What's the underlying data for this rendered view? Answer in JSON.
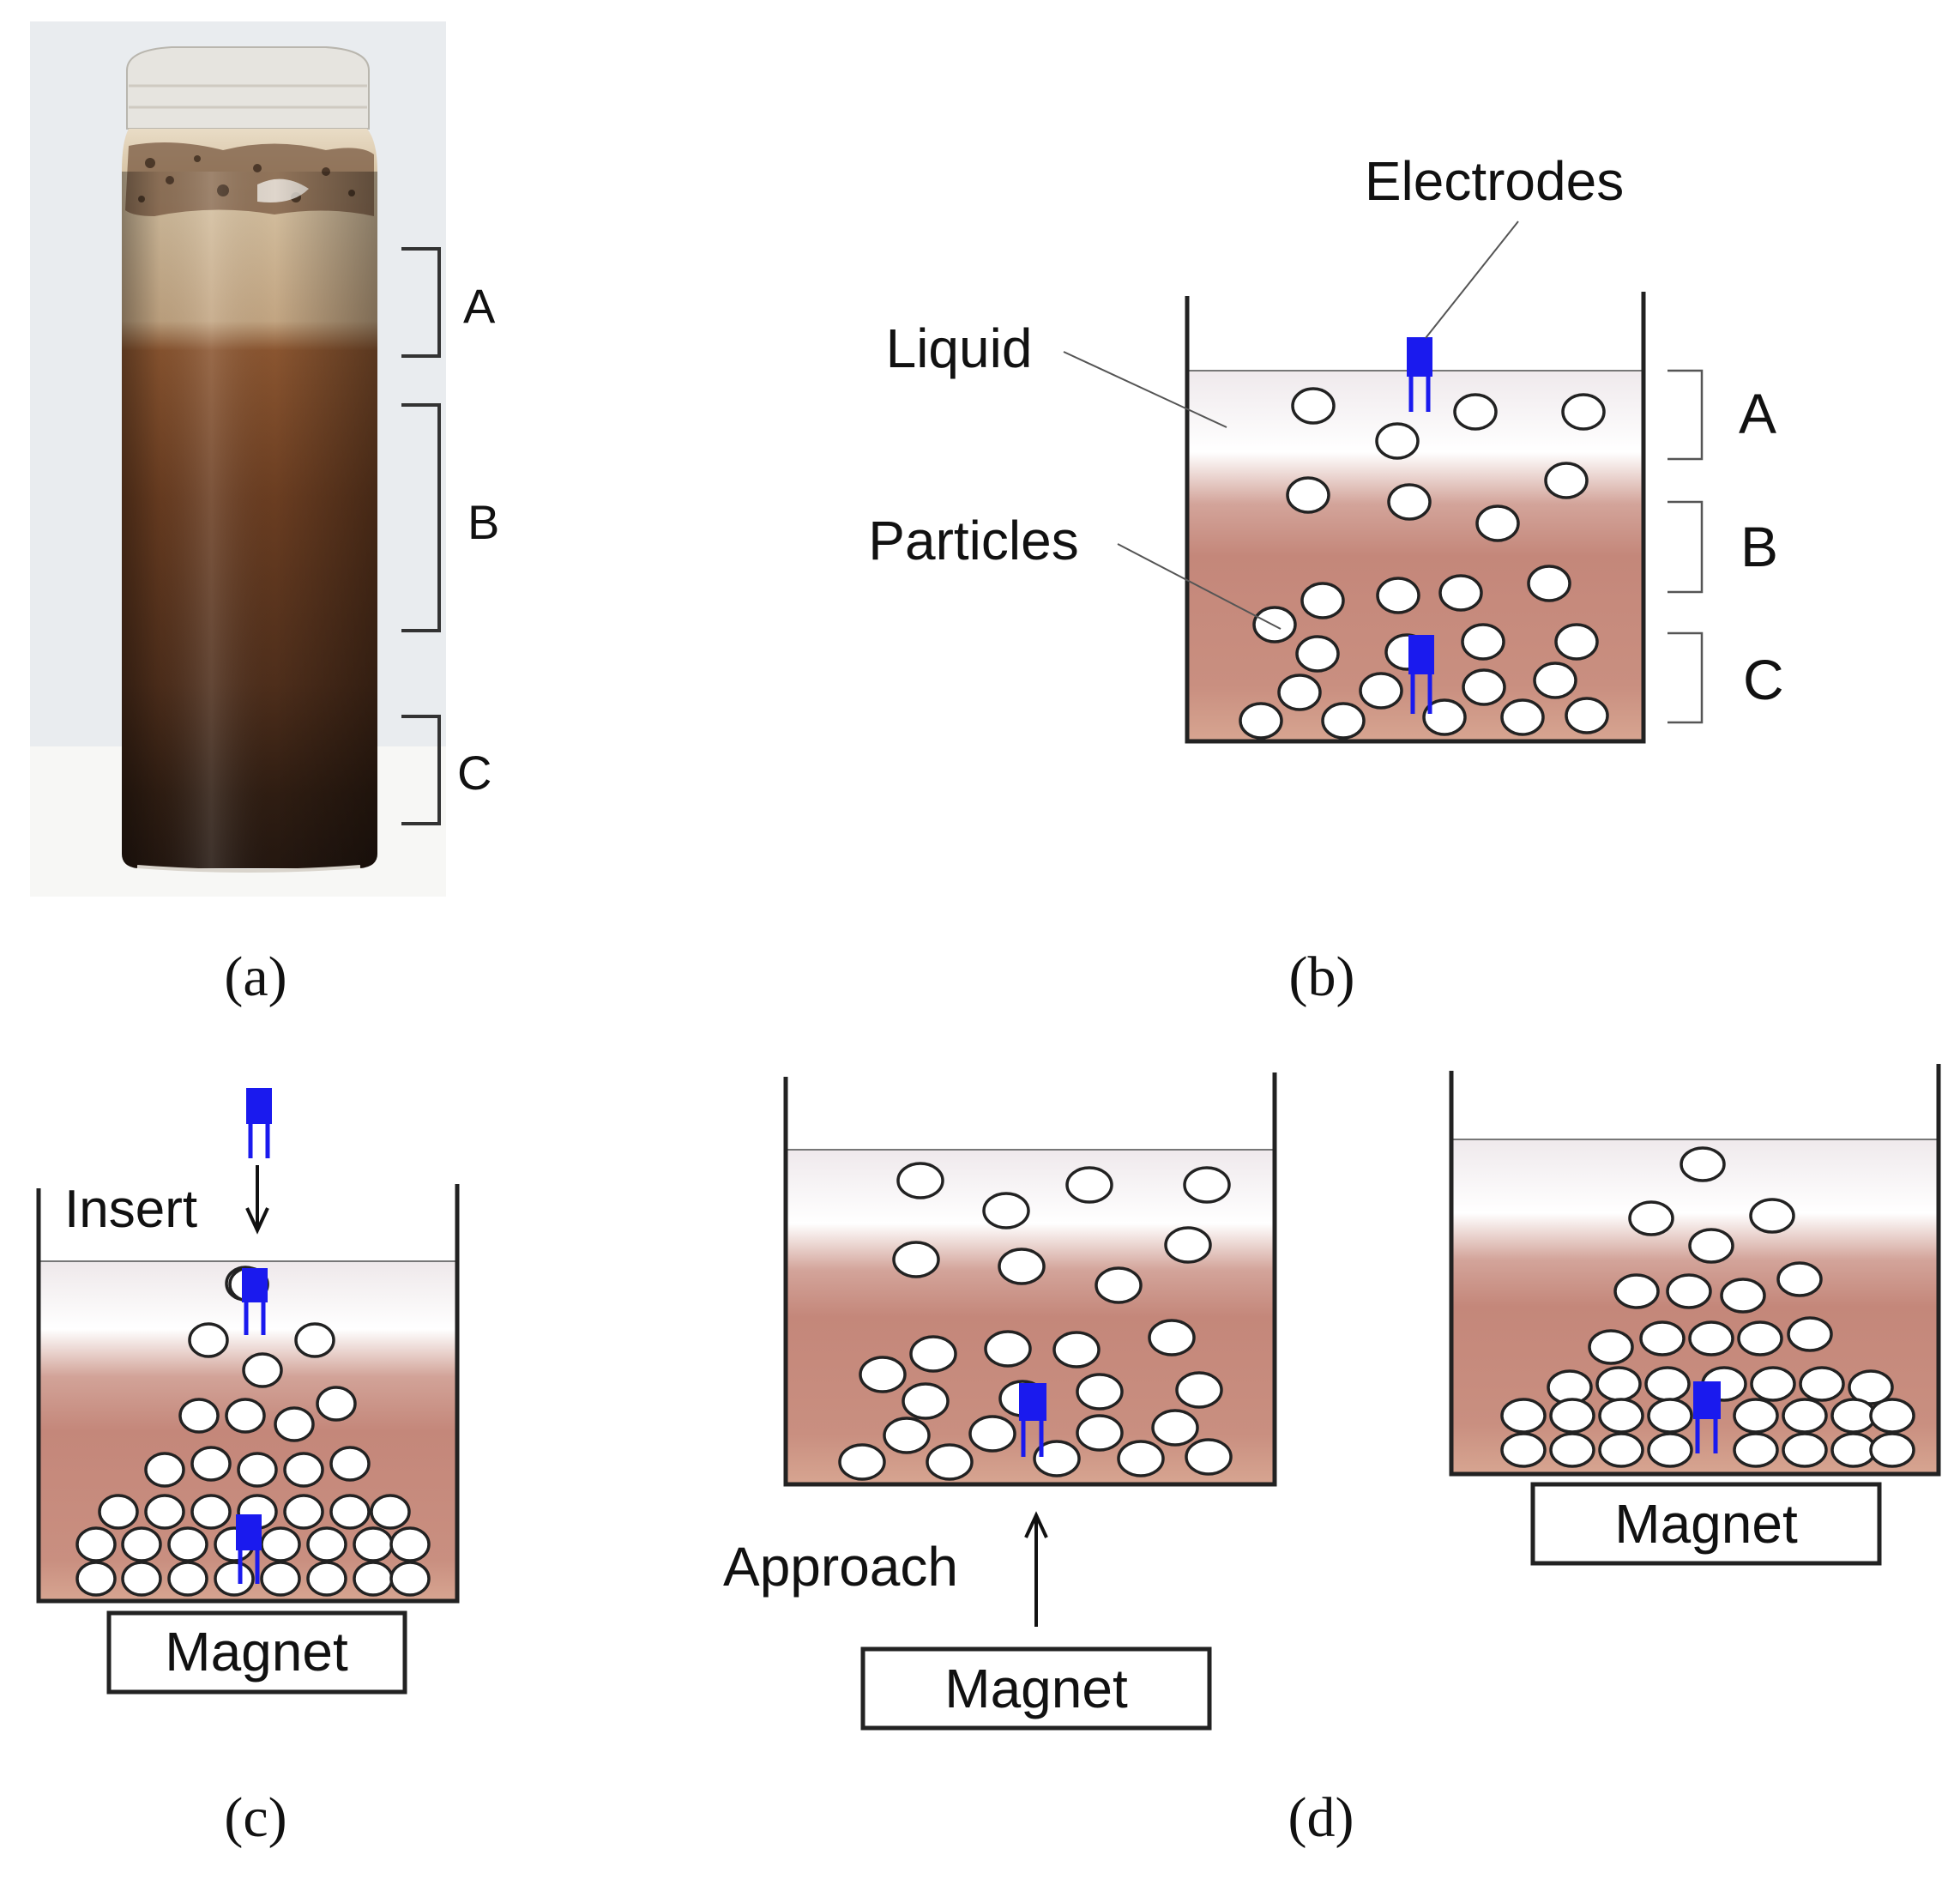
{
  "panel_a": {
    "caption": "(a)",
    "zones": [
      "A",
      "B",
      "C"
    ]
  },
  "panel_b": {
    "caption": "(b)",
    "label_electrodes": "Electrodes",
    "label_liquid": "Liquid",
    "label_particles": "Particles",
    "zones": [
      "A",
      "B",
      "C"
    ]
  },
  "panel_c": {
    "caption": "(c)",
    "label_insert": "Insert",
    "label_magnet": "Magnet"
  },
  "panel_d": {
    "caption": "(d)",
    "label_approach": "Approach",
    "label_magnet_left": "Magnet",
    "label_magnet_right": "Magnet"
  },
  "colors": {
    "electrode": "#1a1aee",
    "liquid_light": "#f7f3f5",
    "liquid_dark": "#c4877a"
  }
}
